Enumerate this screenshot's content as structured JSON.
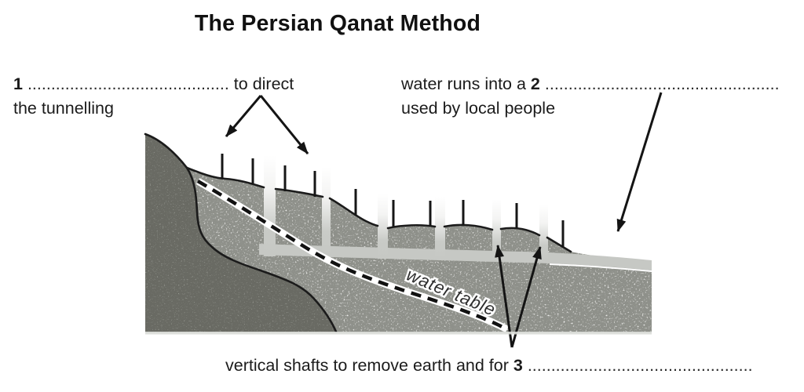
{
  "title": "The Persian Qanat Method",
  "labels": {
    "label1": {
      "number": "1",
      "leader": "...........................................",
      "after": " to direct",
      "line2": "the tunnelling"
    },
    "label2": {
      "before": "water runs into a ",
      "number": "2",
      "leader": "..................................................",
      "line2": "used by local people"
    },
    "label3": {
      "before": "vertical shafts to remove earth and for ",
      "number": "3",
      "leader": "................................................"
    }
  },
  "diagram": {
    "water_table_label": "water table"
  },
  "colors": {
    "hill": "#696b64",
    "ground": "#8e908a",
    "channel": "#c6c8c4",
    "outline": "#1b1b1b",
    "background": "#ffffff"
  }
}
